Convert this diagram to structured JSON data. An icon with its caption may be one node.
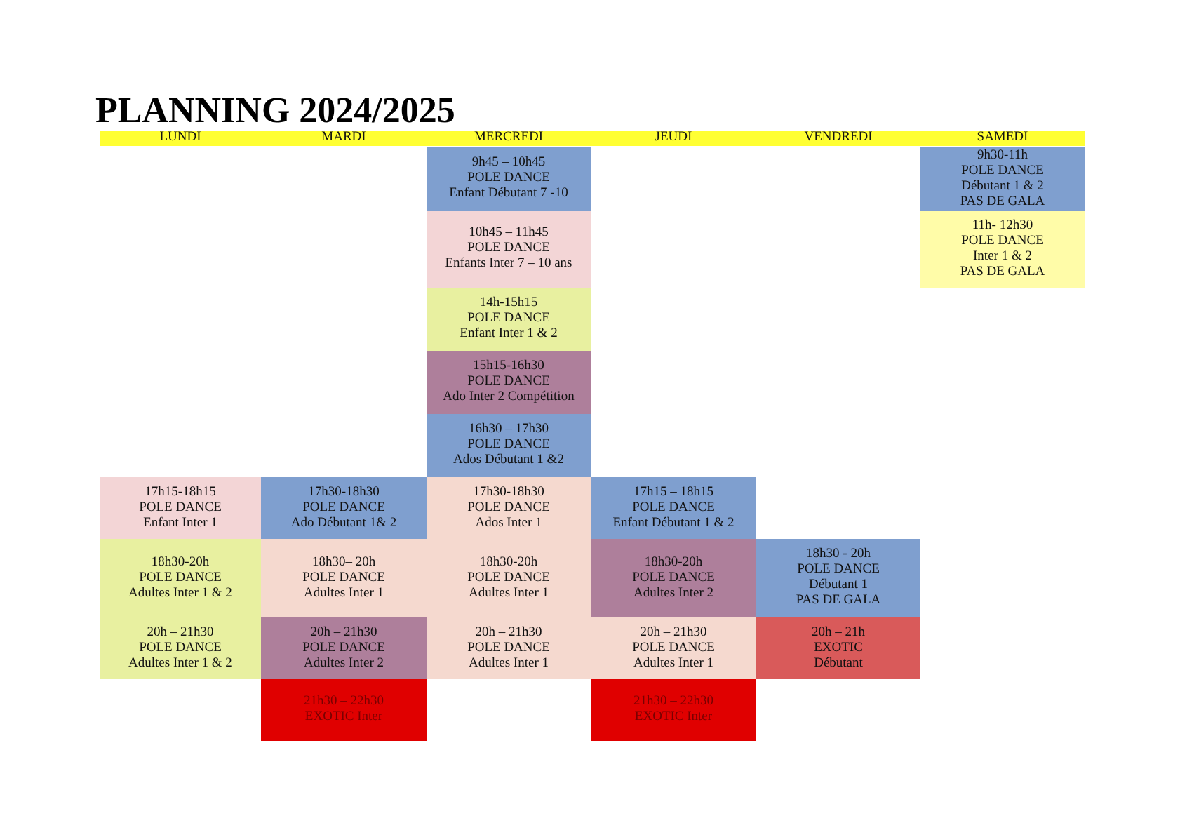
{
  "diagram": {
    "title": "PLANNING 2024/2025",
    "labels": [
      "LUNDI",
      "MARDI",
      "MERCREDI",
      "JEUDI",
      "VENDREDI",
      "SAMEDI",
      "9h45 – 10h45",
      "POLE DANCE",
      "Enfant Débutant 7 -10",
      "9h30-11h",
      "POLE DANCE",
      "Débutant 1 & 2",
      "PAS DE GALA",
      "10h45 – 11h45",
      "POLE DANCE",
      "Enfants Inter 7 – 10 ans",
      "11h- 12h30",
      "POLE DANCE",
      "Inter 1 & 2",
      "PAS DE GALA",
      "14h-15h15",
      "POLE DANCE",
      "Enfant Inter 1 & 2",
      "15h15-16h30",
      "POLE DANCE",
      "Ado Inter 2 Compétition",
      "16h30 – 17h30",
      "POLE DANCE",
      "Ados Débutant 1 &2",
      "17h15-18h15",
      "POLE DANCE",
      "Enfant Inter 1",
      "17h30-18h30",
      "POLE DANCE",
      "Ado Débutant 1& 2",
      "17h30-18h30",
      "POLE DANCE",
      "Ados Inter 1",
      "17h15 – 18h15",
      "POLE DANCE",
      "Enfant Débutant 1 & 2",
      "18h30-20h",
      "POLE DANCE",
      "Adultes Inter 1 & 2",
      "18h30– 20h",
      "POLE DANCE",
      "Adultes Inter 1",
      "18h30-20h",
      "POLE DANCE",
      "Adultes Inter 1",
      "18h30-20h",
      "POLE DANCE",
      "Adultes Inter 2",
      "18h30 - 20h",
      "POLE DANCE",
      "Débutant 1",
      "PAS DE GALA",
      "20h – 21h30",
      "POLE DANCE",
      "Adultes Inter 1 & 2",
      "20h – 21h30",
      "POLE DANCE",
      "Adultes Inter 2",
      "20h – 21h30",
      "POLE DANCE",
      "Adultes Inter 1",
      "20h – 21h30",
      "POLE DANCE",
      "Adultes Inter 1",
      "20h – 21h",
      "EXOTIC",
      "Débutant",
      "21h30 – 22h30",
      "EXOTIC Inter",
      "21h30 – 22h30",
      "EXOTIC Inter"
    ]
  }
}
